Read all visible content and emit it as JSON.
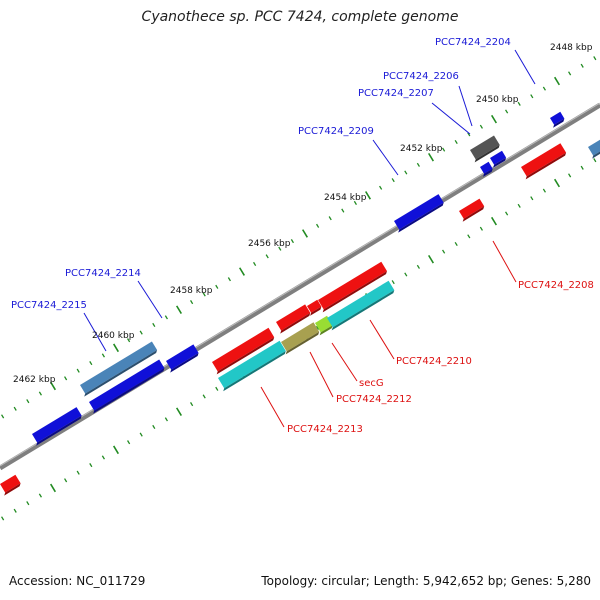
{
  "title": "Cyanothece sp. PCC 7424, complete genome",
  "footer": {
    "accession": "Accession: NC_011729",
    "summary": "Topology: circular; Length: 5,942,652 bp; Genes: 5,280"
  },
  "colors": {
    "backbone": "#7f7f7f",
    "tick": "#228b22",
    "blue_gene": "#1010d8",
    "red_gene": "#ee1111",
    "cyan_gene": "#22c7c7",
    "steel_gene": "#4a84b8",
    "gray_gene": "#555555",
    "olive_gene": "#a8a050",
    "lime_gene": "#99dd33",
    "blue_label": "#1a1ad6",
    "red_label": "#dd1111"
  },
  "scale_labels": [
    "2448 kbp",
    "2450 kbp",
    "2452 kbp",
    "2454 kbp",
    "2456 kbp",
    "2458 kbp",
    "2460 kbp",
    "2462 kbp"
  ],
  "gene_labels": [
    {
      "text": "PCC7424_2204",
      "strand": "forward"
    },
    {
      "text": "PCC7424_2206",
      "strand": "forward"
    },
    {
      "text": "PCC7424_2207",
      "strand": "forward"
    },
    {
      "text": "PCC7424_2209",
      "strand": "forward"
    },
    {
      "text": "PCC7424_2214",
      "strand": "forward"
    },
    {
      "text": "PCC7424_2215",
      "strand": "forward"
    },
    {
      "text": "PCC7424_2208",
      "strand": "reverse"
    },
    {
      "text": "PCC7424_2210",
      "strand": "reverse"
    },
    {
      "text": "secG",
      "strand": "reverse"
    },
    {
      "text": "PCC7424_2212",
      "strand": "reverse"
    },
    {
      "text": "PCC7424_2213",
      "strand": "reverse"
    }
  ]
}
